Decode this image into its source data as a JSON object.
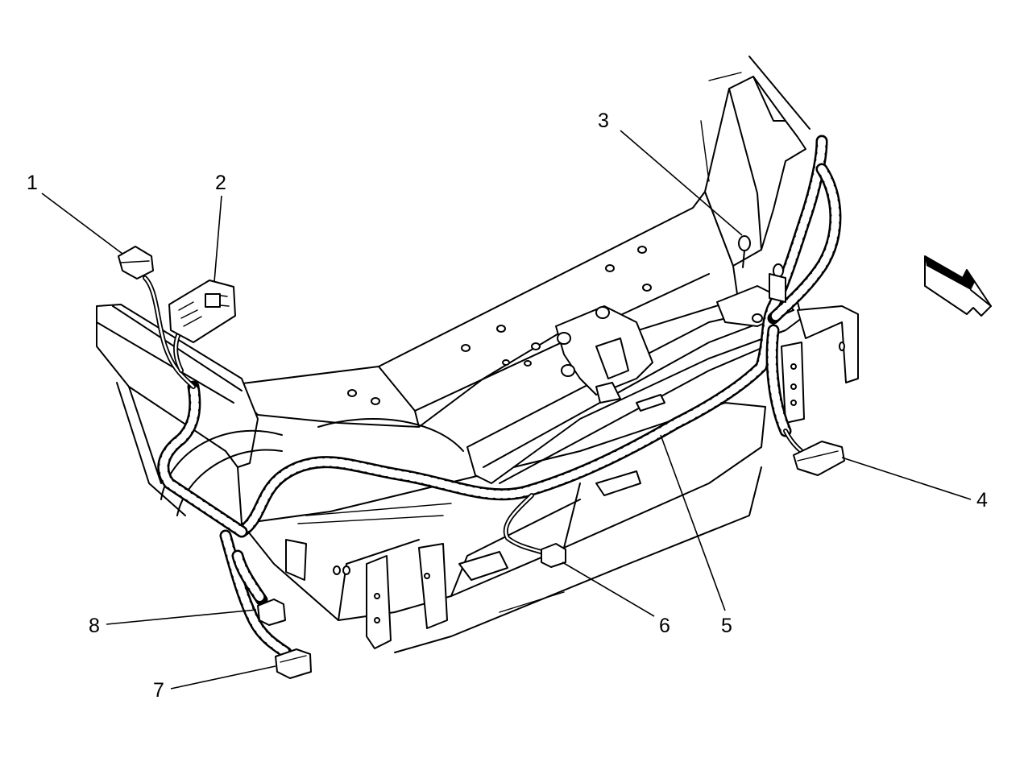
{
  "callouts": {
    "c1": "1",
    "c2": "2",
    "c3": "3",
    "c4": "4",
    "c5": "5",
    "c6": "6",
    "c7": "7",
    "c8": "8"
  },
  "icons": {
    "direction_arrow": "front-direction-arrow-icon"
  }
}
